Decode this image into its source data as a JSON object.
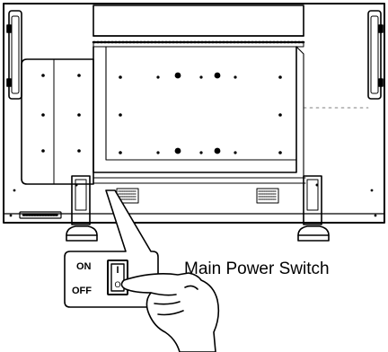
{
  "callout": {
    "main_label": "Main Power Switch",
    "on_label": "ON",
    "off_label": "OFF"
  },
  "switch": {
    "on_mark": "I",
    "off_mark": "O"
  },
  "colors": {
    "line": "#000000",
    "background": "#ffffff",
    "grille": "#444444"
  },
  "icons": [
    "hand-pointer-icon",
    "rocker-switch-icon"
  ]
}
